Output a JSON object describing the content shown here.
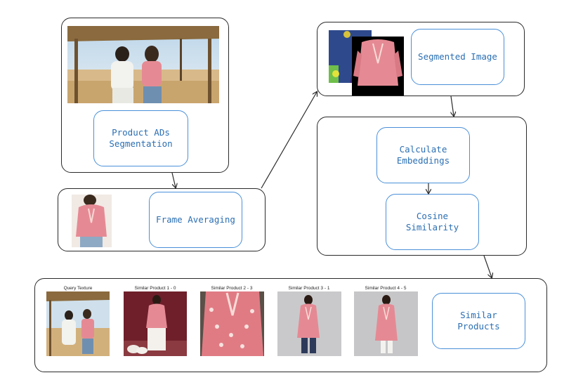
{
  "boxes": {
    "segmentation": "Product ADs\nSegmentation",
    "frame_averaging": "Frame Averaging",
    "segmented_image": "Segmented Image",
    "calculate_embeddings": "Calculate\nEmbeddings",
    "cosine_similarity": "Cosine\nSimilarity",
    "similar_products": "Similar\nProducts"
  },
  "captions": {
    "query": "Query Texture",
    "p1": "Similar Product 1 - 0",
    "p2": "Similar Product 2 - 3",
    "p3": "Similar Product 3 - 1",
    "p4": "Similar Product 4 - 5"
  },
  "colors": {
    "box_text": "#2b6fb3",
    "box_border": "#4a90d9",
    "outline": "#2a2a2a",
    "garment_pink": "#e58a94"
  }
}
